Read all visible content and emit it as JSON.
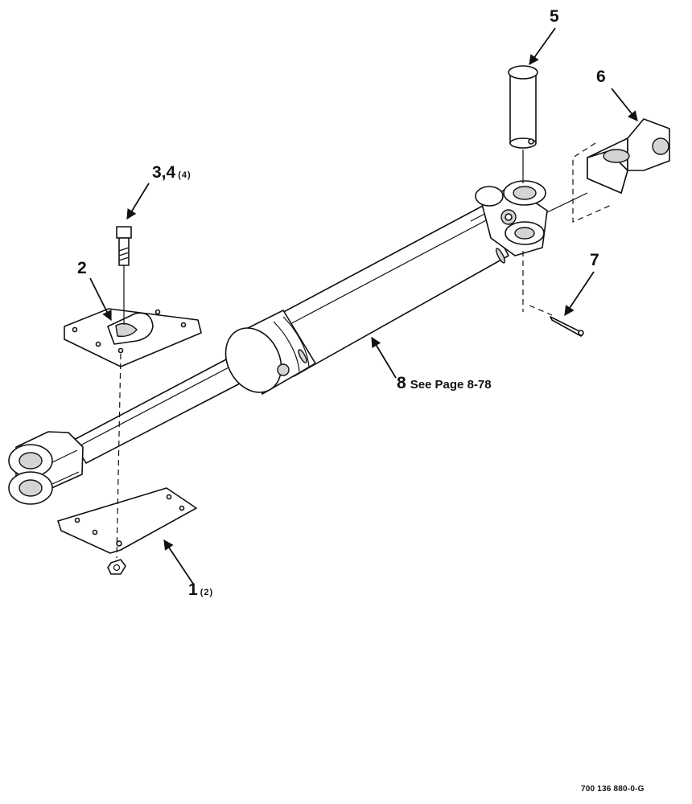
{
  "callouts": {
    "c1": {
      "number": "1",
      "qty": "(2)"
    },
    "c2": {
      "number": "2"
    },
    "c34": {
      "number": "3,4",
      "qty": "(4)"
    },
    "c5": {
      "number": "5"
    },
    "c6": {
      "number": "6"
    },
    "c7": {
      "number": "7"
    },
    "c8": {
      "number": "8",
      "ref": "See Page 8-78"
    }
  },
  "drawing_number": "700 136 880-0-G"
}
